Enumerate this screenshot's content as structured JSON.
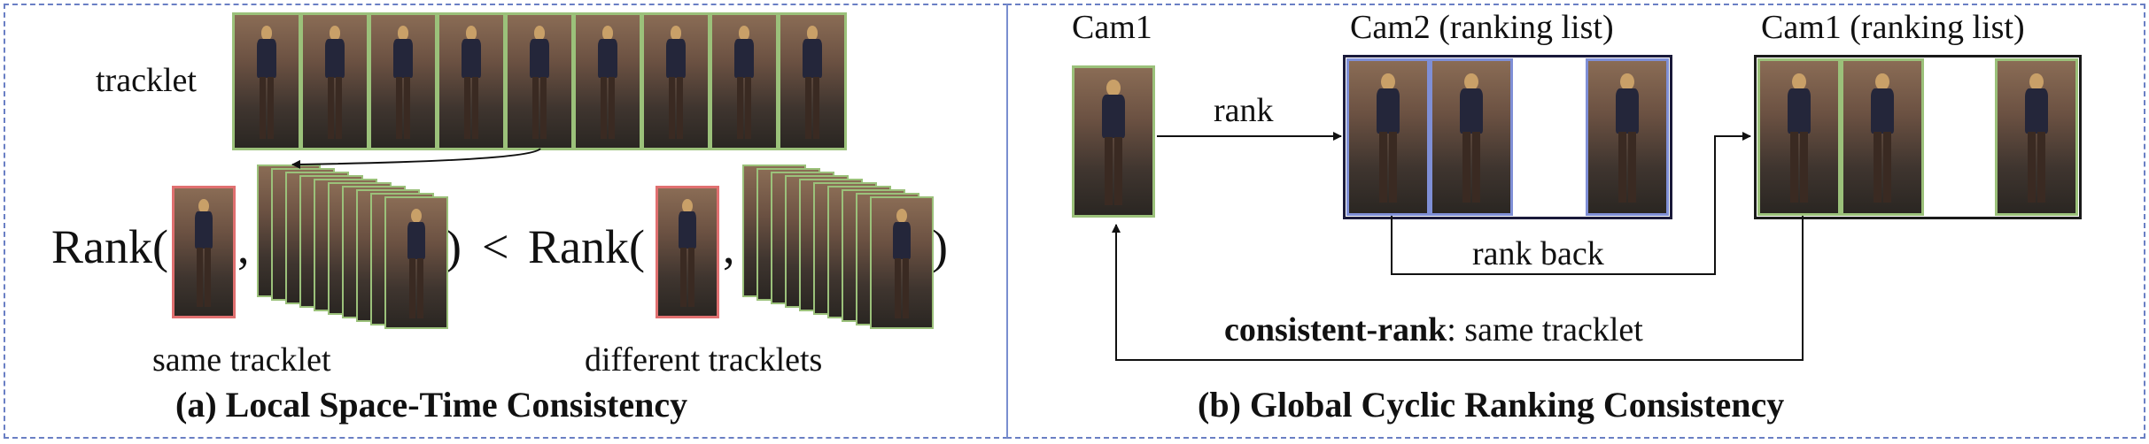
{
  "panel_a": {
    "tracklet_label": "tracklet",
    "rank_left": "Rank(",
    "comma_left": ",",
    "close_left": ")",
    "less_than": "<",
    "rank_right": "Rank(",
    "comma_right": ",",
    "close_right": ")",
    "same_label": "same tracklet",
    "diff_label": "different tracklets",
    "caption": "(a) Local Space-Time Consistency"
  },
  "panel_b": {
    "cam1_label": "Cam1",
    "cam2_list_label": "Cam2 (ranking list)",
    "cam1_list_label": "Cam1 (ranking list)",
    "rank_label": "rank",
    "ellipsis_1": "…",
    "ellipsis_2": "…",
    "rank_back_label": "rank back",
    "consistent_bold": "consistent-rank",
    "consistent_rest": ": same tracklet",
    "caption": "(b) Global Cyclic Ranking Consistency"
  },
  "colors": {
    "frame_green": "#9bc17a",
    "frame_red": "#e07070",
    "frame_blue": "#7f8fd6",
    "panel_border": "#6a7fc4"
  }
}
